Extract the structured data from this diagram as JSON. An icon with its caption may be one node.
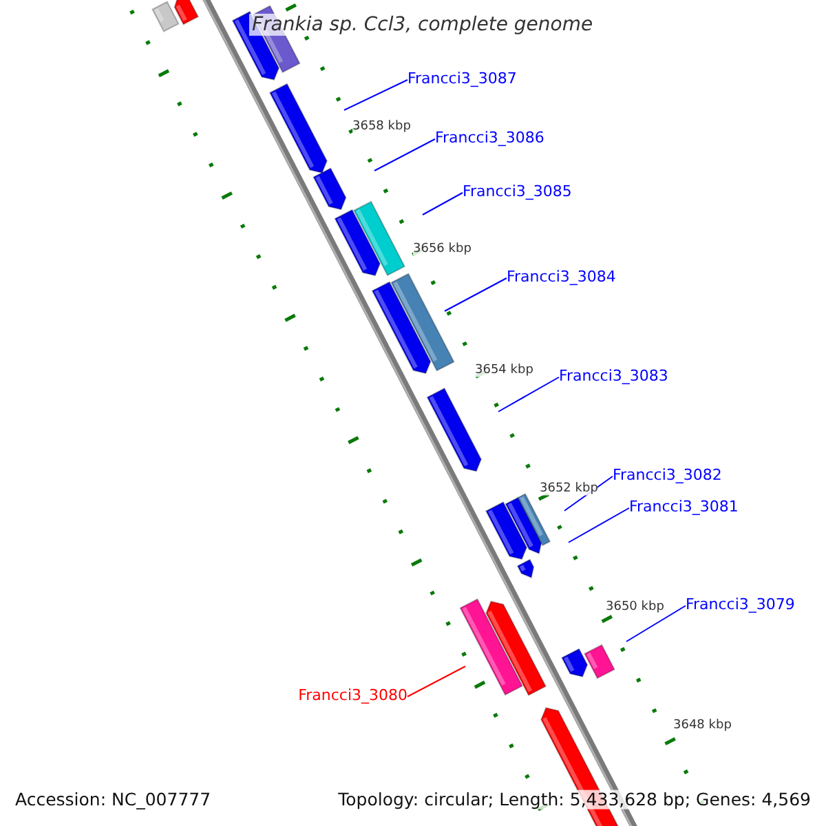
{
  "diagram": {
    "title": "Frankia sp. Ccl3, complete genome",
    "nodes": [
      {
        "text": [
          "Francci3_3087"
        ]
      },
      {
        "text": [
          "Francci3_3086"
        ]
      },
      {
        "text": [
          "Francci3_3085"
        ]
      },
      {
        "text": [
          "Francci3_3084"
        ]
      },
      {
        "text": [
          "Francci3_3083"
        ]
      },
      {
        "text": [
          "Francci3_3082"
        ]
      },
      {
        "text": [
          "Francci3_3081"
        ]
      },
      {
        "text": [
          "Francci3_3079"
        ]
      },
      {
        "text": [
          "Francci3_3080"
        ]
      }
    ],
    "edges": [
      {
        "from": 0,
        "to": null,
        "arrow": "none"
      },
      {
        "from": 1,
        "to": null,
        "arrow": "none"
      },
      {
        "from": 2,
        "to": null,
        "arrow": "none"
      },
      {
        "from": 3,
        "to": null,
        "arrow": "none"
      },
      {
        "from": 4,
        "to": null,
        "arrow": "none"
      },
      {
        "from": 5,
        "to": null,
        "arrow": "none"
      },
      {
        "from": 6,
        "to": null,
        "arrow": "none"
      },
      {
        "from": 7,
        "to": null,
        "arrow": "none"
      },
      {
        "from": 8,
        "to": null,
        "arrow": "none",
        "color": "#ff0000"
      }
    ],
    "labels": [
      "3658 kbp",
      "3656 kbp",
      "3654 kbp",
      "3652 kbp",
      "3650 kbp",
      "3648 kbp",
      "Accession: NC_007777",
      "Topology: circular; Length: 5,433,628 bp; Genes: 4,569"
    ]
  }
}
